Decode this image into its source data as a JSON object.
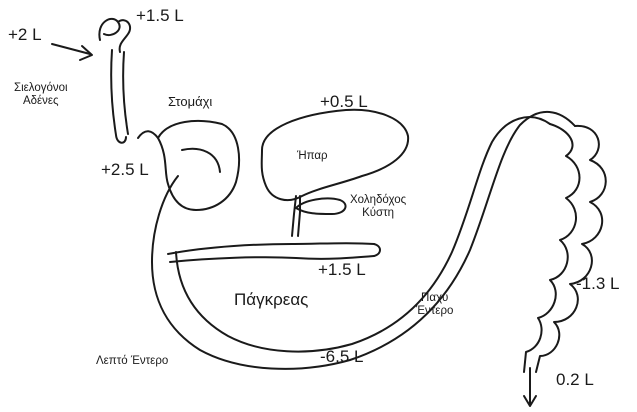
{
  "labels": {
    "intake": "+2 L",
    "saliva": "+1.5 L",
    "salivary_glands_line1": "Σιελογόνοι",
    "salivary_glands_line2": "Αδένες",
    "stomach": "Στομάχι",
    "stomach_volume": "+2.5 L",
    "liver": "Ήπαρ",
    "bile_volume": "+0.5 L",
    "gallbladder_line1": "Χοληδόχος",
    "gallbladder_line2": "Κύστη",
    "pancreas": "Πάγκρεας",
    "pancreas_volume": "+1.5 L",
    "large_intestine_line1": "Παχύ",
    "large_intestine_line2": "Έντερο",
    "large_intestine_volume": "-1.3 L",
    "small_intestine": "Λεπτό Έντερο",
    "small_intestine_volume": "-6.5 L",
    "excretion": "0.2 L"
  },
  "colors": {
    "line": "#1a1a1a",
    "background": "#ffffff"
  }
}
